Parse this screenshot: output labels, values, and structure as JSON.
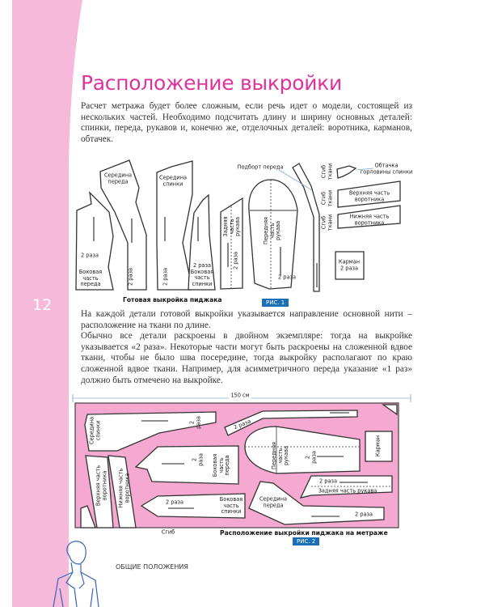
{
  "page": {
    "number": "12",
    "title": "Расположение выкройки",
    "accent_color": "#e0329c",
    "band_color": "#f7b9da",
    "footer_section": "ОБЩИЕ ПОЛОЖЕНИЯ"
  },
  "intro": "Расчет метража будет более сложным, если речь идет о модели, состоящей из нескольких частей. Необходимо подсчитать длину и ширину основных деталей: спинки, переда, рукавов и, конечно же, отделочных деталей: воротника, карманов, обтачек.",
  "body": [
    "На каждой детали готовой выкройки указывается направление основной нити – расположение на ткани по длине.",
    "Обычно все детали раскроены в двойном экземпляре: тогда на выкройке указывается «2 раза». Некоторые части могут быть раскроены на сложенной вдвое ткани, чтобы не было шва посередине, тогда выкройку располагают по краю сложенной вдвое ткани. Например, для асимметричного переда указание «1 раз» должно быть отмечено на выкройке."
  ],
  "figure1": {
    "caption": "Готовая выкройка пиджака",
    "badge": "РИС. 1",
    "labels": {
      "front_center": "Середина\nпереда",
      "back_center": "Середина\nспинки",
      "facing": "Подборт переда",
      "neck_facing": "Обтачка\nгорловины спинки",
      "upper_collar": "Верхняя часть\nворотника",
      "lower_collar": "Нижняя часть\nворотника",
      "fold": "Сгиб\nткани",
      "side_front_times": "2 раза",
      "side_front": "Боковая\nчасть\nпереда",
      "front_times": "2 раза",
      "back_times": "2 раза",
      "side_back": "2 раза\nБоковая\nчасть\nспинки",
      "back_sleeve": "Задняя\nчасть\nрукава",
      "back_sleeve_times": "2 раза",
      "front_sleeve": "Передняя\nчасть\nрукава",
      "front_sleeve_times": "2 раза",
      "pocket": "Карман\n2 раза"
    }
  },
  "figure2": {
    "width_label": "150 см",
    "caption": "Расположение выкройки пиджака на метраже",
    "badge": "РИС. 2",
    "fold": "Сгиб",
    "fabric_color": "#f5a9d0",
    "labels": {
      "back_center": "Середина\nспинки",
      "back_times": "2\nраза",
      "facing_times": "2 раза",
      "front_sleeve": "Передняя\nчасть\nрукава",
      "front_sleeve_times": "2\nраза",
      "pocket": "Карман",
      "side_front_times": "2\nраза",
      "side_front": "Боковая\nчасть\nпереда",
      "upper_collar": "Верхняя часть\nворотника",
      "lower_collar": "Нижняя часть\nворотника",
      "side_back_times": "2 раза",
      "side_back": "Боковая\nчасть\nспинки",
      "front_center": "Середина\nпереда",
      "front_center_times": "2 раза",
      "back_sleeve_times": "2 раза",
      "back_sleeve": "Задняя часть рукава"
    }
  }
}
